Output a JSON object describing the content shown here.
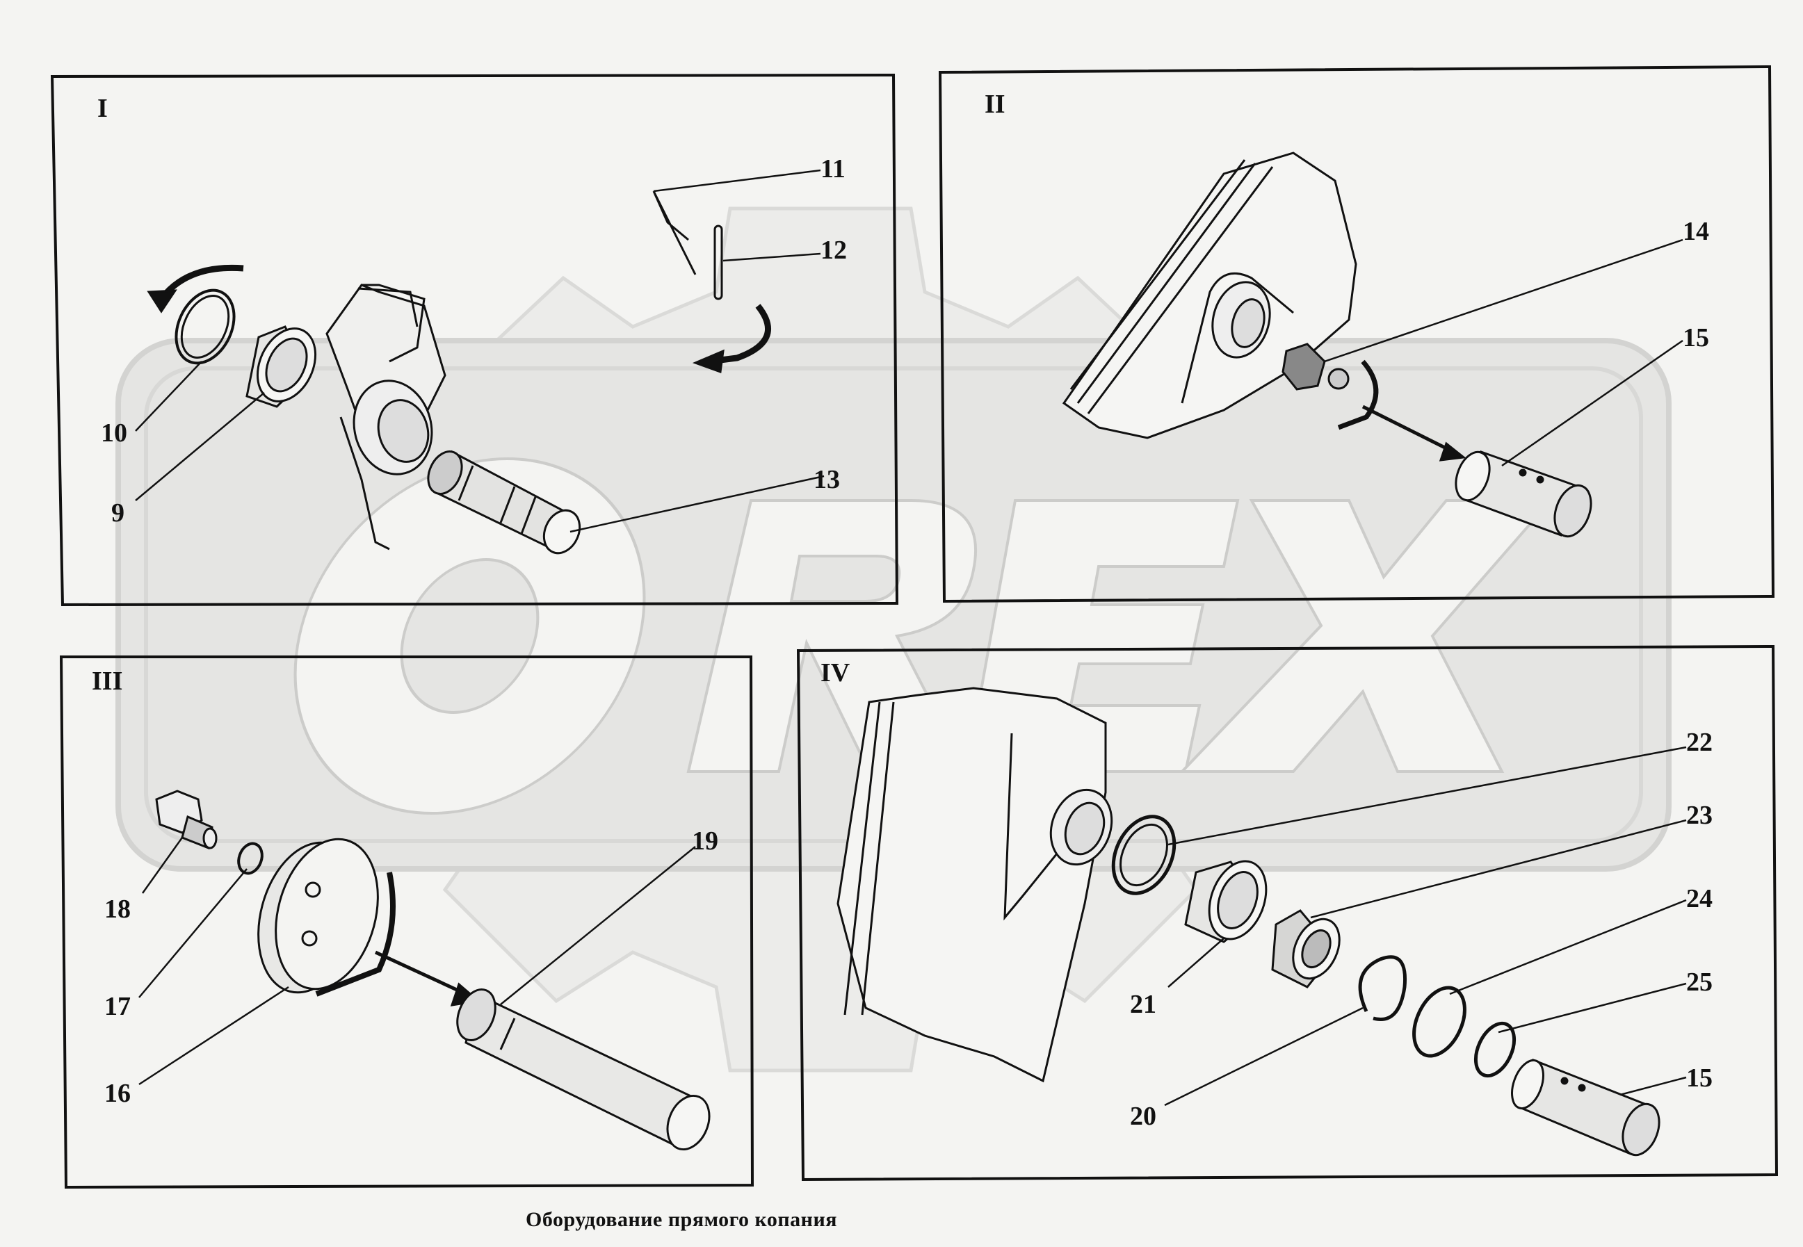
{
  "caption": "Оборудование прямого копания",
  "watermark": {
    "text": "OREX",
    "color": "#cfcfcf"
  },
  "panels": [
    {
      "id": "panel-1",
      "title": "I"
    },
    {
      "id": "panel-2",
      "title": "II"
    },
    {
      "id": "panel-3",
      "title": "III"
    },
    {
      "id": "panel-4",
      "title": "IV"
    }
  ],
  "callouts": {
    "c9": "9",
    "c10": "10",
    "c11": "11",
    "c12": "12",
    "c13": "13",
    "c14": "14",
    "c15a": "15",
    "c16": "16",
    "c17": "17",
    "c18": "18",
    "c19": "19",
    "c20": "20",
    "c21": "21",
    "c22": "22",
    "c23": "23",
    "c24": "24",
    "c25": "25",
    "c15b": "15"
  },
  "colors": {
    "ink": "#111111",
    "paper": "#f4f4f2",
    "watermark": "#d2d2d2"
  }
}
